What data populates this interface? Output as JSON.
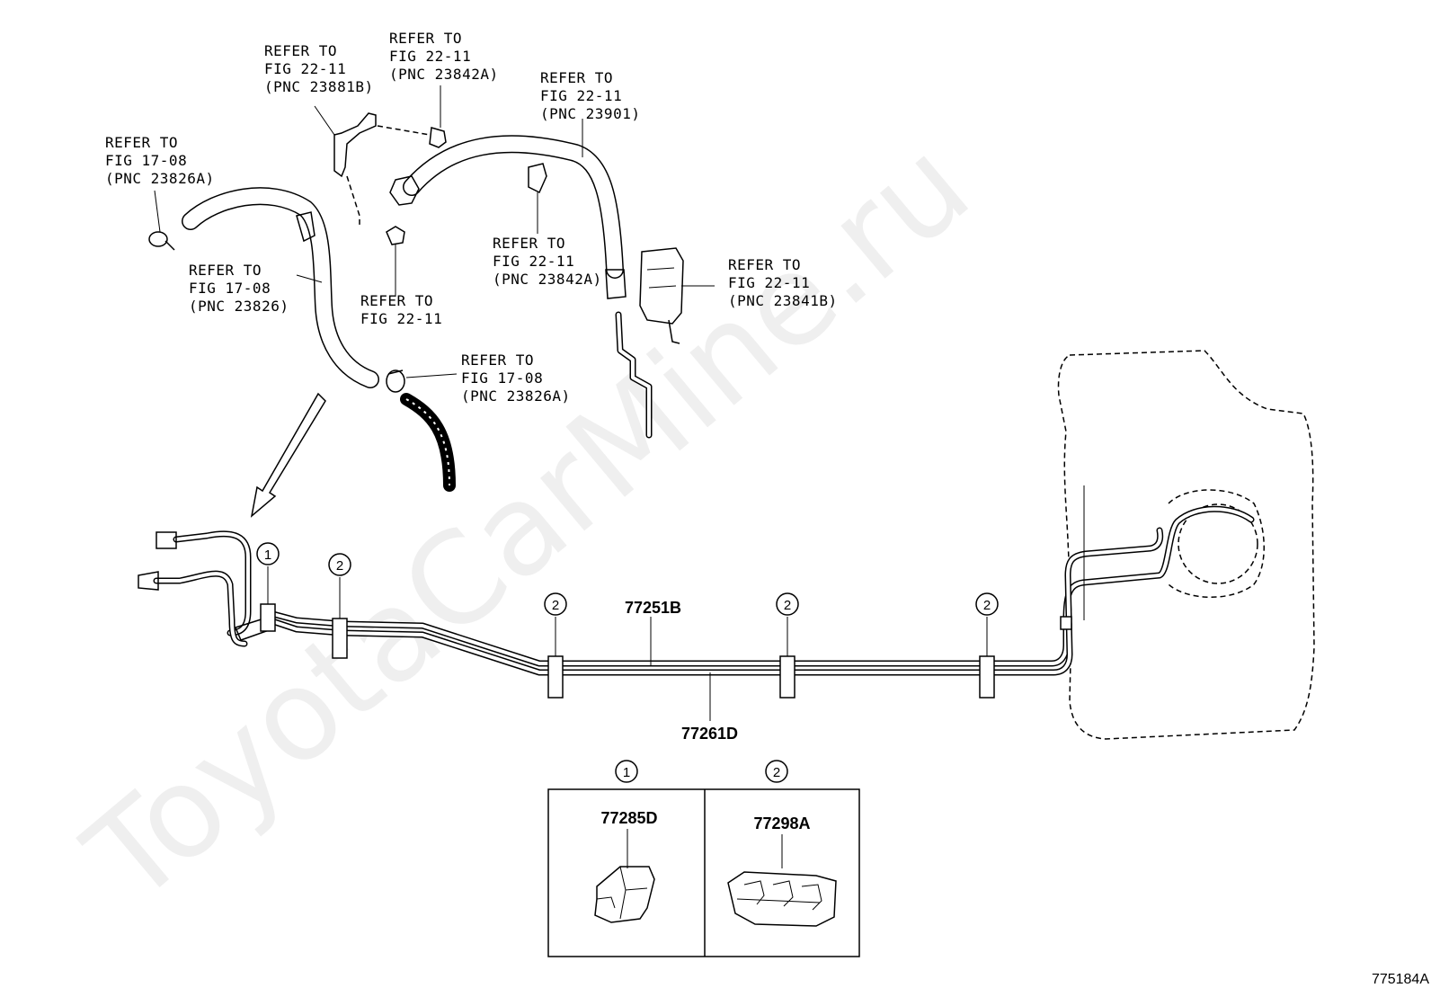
{
  "watermark": "ToyotaCarMine.ru",
  "diagram_id": "775184A",
  "refer_labels": [
    {
      "line1": "REFER TO",
      "line2": "FIG 22-11",
      "line3": "(PNC 23881B)"
    },
    {
      "line1": "REFER TO",
      "line2": "FIG 22-11",
      "line3": "(PNC 23842A)"
    },
    {
      "line1": "REFER TO",
      "line2": "FIG 22-11",
      "line3": "(PNC 23901)"
    },
    {
      "line1": "REFER TO",
      "line2": "FIG 17-08",
      "line3": "(PNC 23826A)"
    },
    {
      "line1": "REFER TO",
      "line2": "FIG 17-08",
      "line3": "(PNC 23826)"
    },
    {
      "line1": "REFER TO",
      "line2": "FIG 22-11",
      "line3": ""
    },
    {
      "line1": "REFER TO",
      "line2": "FIG 22-11",
      "line3": "(PNC 23842A)"
    },
    {
      "line1": "REFER TO",
      "line2": "FIG 22-11",
      "line3": "(PNC 23841B)"
    },
    {
      "line1": "REFER TO",
      "line2": "FIG 17-08",
      "line3": "(PNC 23826A)"
    }
  ],
  "part_numbers": {
    "upper_tube": "77251B",
    "lower_tube": "77261D"
  },
  "callouts": {
    "one": "1",
    "two": "2"
  },
  "legend": {
    "left": {
      "callout": "1",
      "part": "77285D"
    },
    "right": {
      "callout": "2",
      "part": "77298A"
    }
  }
}
